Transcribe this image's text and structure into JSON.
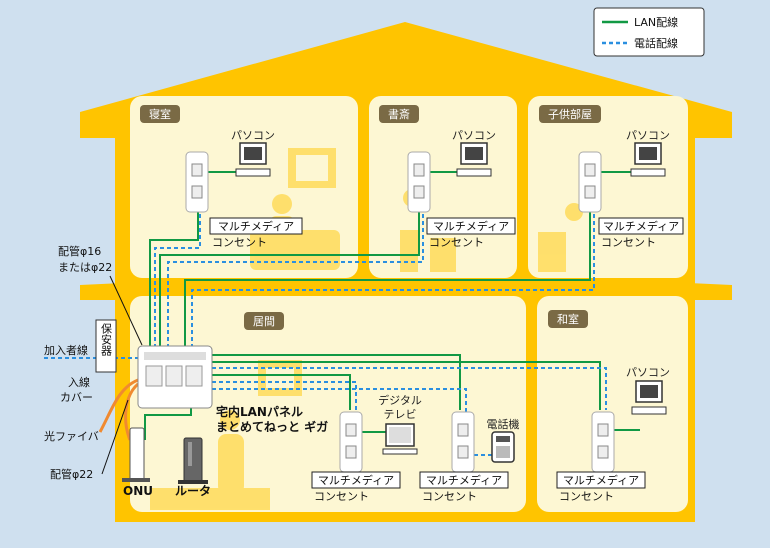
{
  "legend": {
    "lan": "LAN配線",
    "phone": "電話配線"
  },
  "colors": {
    "background": "#cfe0ef",
    "house": "#ffc400",
    "room": "#fdf7d3",
    "lan_line": "#119944",
    "phone_line": "#2a8fe0",
    "fiber": "#f08a30",
    "room_tag": "#7a6a45"
  },
  "rooms": {
    "bedroom": "寝室",
    "study": "書斎",
    "kids": "子供部屋",
    "living": "居間",
    "japanese": "和室"
  },
  "devices": {
    "pc_bedroom": "パソコン",
    "pc_study": "パソコン",
    "pc_kids": "パソコン",
    "pc_japanese": "パソコン",
    "tv_line1": "デジタル",
    "tv_line2": "テレビ",
    "phone": "電話機",
    "onu": "ONU",
    "router": "ルータ"
  },
  "outlet": {
    "line1": "マルチメディア",
    "line2": "コンセント"
  },
  "panel": {
    "line1": "宅内LANパネル",
    "line2": "まとめてねっと ギガ"
  },
  "annotations": {
    "pipe1_line1": "配管φ16",
    "pipe1_line2": "またはφ22",
    "protector": "保安器",
    "subscriber_line": "加入者線",
    "cover_line1": "入線",
    "cover_line2": "カバー",
    "fiber": "光ファイバ",
    "pipe2": "配管φ22"
  }
}
